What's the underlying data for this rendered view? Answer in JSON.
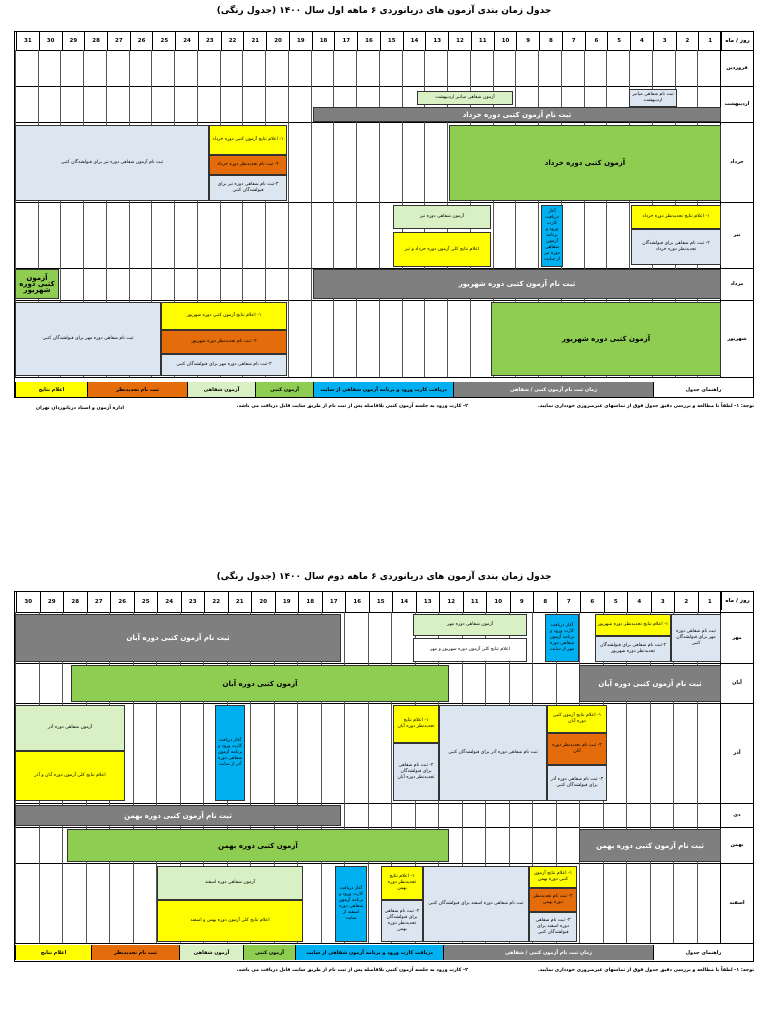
{
  "table1": {
    "title": "جدول زمان بندی آزمون های دریانوردی ۶ ماهه اول سال ۱۴۰۰ (جدول رنگی)",
    "corner": "روز / ماه",
    "months": [
      "فروردین",
      "اردیبهشت",
      "خرداد",
      "تیر",
      "مرداد",
      "شهریور"
    ],
    "blocks": {
      "ord_top1": "ثبت نام شفاهی میانبر اردیبهشت",
      "ord_top2": "آزمون شفاهی میانبر اردیبهشت",
      "ord_reg": "ثبت نام آزمون کتبی دوره خرداد",
      "kh_exam": "آزمون کتبی دوره خرداد",
      "kh_y": "۱- اعلام نتایج آزمون کتبی دوره خرداد",
      "kh_o": "۲- ثبت نام تجدیدنظر دوره خرداد",
      "kh_b": "۳-ثبت نام شفاهی دوره تیر برای قبولشدگان کتبی",
      "kh_left": "ثبت نام آزمون شفاهی دوره تیر برای قبولشدگان کتبی",
      "tir_y": "۱- اعلام نتایج تجدیدنظر دوره خرداد",
      "tir_b": "۲- ثبت نام شفاهی برای قبولشدگان تجدیدنظر دوره خرداد",
      "tir_blue": "آغاز دریافت کارت ورود و برنامه آزمون شفاهی دوره تیر از سایت",
      "tir_lg": "آزمون شفاهی دوره تیر",
      "tir_y2": "اعلام نتایج کلی آزمون دوره خرداد و تیر",
      "mor_reg": "ثبت نام آزمون کتبی دوره شهریور",
      "mor_green": "آزمون کتبی دوره شهریور",
      "sh_exam": "آزمون کتبی دوره شهریور",
      "sh_y": "۱- اعلام نتایج آزمون کتبی دوره شهریور",
      "sh_o": "۲- ثبت نام تجدیدنظر دوره شهریور",
      "sh_b": "۳-ثبت نام شفاهی دوره مهر برای قبولشدگان کتبی",
      "sh_left": "ثبت نام شفاهی دوره مهر برای قبولشدگان کتبی"
    },
    "legend": [
      "راهنمای جدول",
      "زمان ثبت نام آزمون کتبی / شفاهی",
      "دریافت کارت ورود و برنامه آزمون شفاهی از سایت",
      "آزمون کتبی",
      "آزمون شفاهی",
      "ثبت نام تجدیدنظر",
      "اعلام نتایج"
    ],
    "note1": "توجه: ۱- لطفاً با مطالعه و بررسی دقیق جدول فوق از تماسهای غیرضروری خودداری نمایید.",
    "note2": "۲- کارت ورود به جلسه آزمون کتبی بلافاصله پس از ثبت نام از طریق سایت قابل دریافت می باشد.",
    "footer": "اداره آزمون و اسناد دریانوردان  تهران"
  },
  "table2": {
    "title": "جدول زمان بندی آزمون های دریانوردی ۶ ماهه دوم سال ۱۴۰۰ (جدول رنگی)",
    "corner": "روز / ماه",
    "months": [
      "مهر",
      "آبان",
      "آذر",
      "دی",
      "بهمن",
      "اسفند"
    ],
    "blocks": {
      "mehr_b": "ثبت نام شفاهی دوره مهر برای قبولشدگان کتبی",
      "mehr_y": "۱- اعلام نتایج تجدیدنظر دوره شهریور",
      "mehr_b2": "۲-ثبت نام شفاهی برای قبولشدگان تجدیدنظر دوره شهریور",
      "mehr_blue": "آغاز دریافت کارت ورود و برنامه آزمون شفاهی دوره مهر از سایت",
      "mehr_lg": "آزمون شفاهی دوره مهر",
      "mehr_w": "اعلام نتایج کلی آزمون دوره شهریور و مهر",
      "mehr_reg": "ثبت نام آزمون کتبی دوره آبان",
      "aban_reg": "ثبت نام آزمون کتبی دوره آبان",
      "aban_exam": "آزمون کتبی دوره آبان",
      "azar_y": "۱- اعلام نتایج آزمون کتبی دوره آبان",
      "azar_o": "۲- ثبت نام تجدیدنظر دوره آبان",
      "azar_b": "۳- ثبت نام شفاهی دوره آذر برای قبولشدگان کتبی",
      "azar_mid": "ثبت نام شفاهی دوره آذر برای قبولشدگان کتبی",
      "azar_y2": "۱- اعلام نتایج تجدیدنظر دوره آبان",
      "azar_b2": "۲- ثبت نام شفاهی برای قبولشدگان تجدیدنظر دوره آبان",
      "azar_blue": "آغاز دریافت کارت ورود و برنامه آزمون شفاهی دوره آذر از سایت",
      "azar_lg": "آزمون شفاهی دوره آذر",
      "azar_y3": "اعلام نتایج کلی آزمون دوره آبان و آذر",
      "dey_reg": "ثبت نام آزمون کتبی دوره بهمن",
      "bah_reg": "ثبت نام آزمون کتبی دوره بهمن",
      "bah_exam": "آزمون کتبی دوره بهمن",
      "esf_y": "۱- اعلام نتایج آزمون کتبی دوره بهمن",
      "esf_o": "۲- ثبت نام تجدیدنظر دوره بهمن",
      "esf_b": "۳- ثبت نام شفاهی دوره اسفند برای قبولشدگان کتبی",
      "esf_mid": "ثبت نام شفاهی دوره اسفند برای قبولشدگان کتبی",
      "esf_y2": "۱- اعلام نتایج تجدیدنظر دوره بهمن",
      "esf_b2": "۲- ثبت نام شفاهی برای قبولشدگان تجدیدنظر دوره بهمن",
      "esf_blue": "آغاز دریافت کارت ورود و برنامه آزمون شفاهی دوره اسفند از سایت",
      "esf_lg": "آزمون شفاهی دوره اسفند",
      "esf_y3": "اعلام نتایج کلی آزمون دوره بهمن و اسفند"
    },
    "legend": [
      "راهنمای جدول",
      "زمان ثبت نام آزمون کتبی / شفاهی",
      "دریافت کارت ورود و برنامه آزمون شفاهی از سایت",
      "آزمون کتبی",
      "آزمون شفاهی",
      "ثبت نام تجدیدنظر",
      "اعلام نتایج"
    ],
    "note1": "توجه: ۱- لطفاً با مطالعه و بررسی دقیق جدول فوق از تماسهای غیرضروری خودداری نمایید.",
    "note2": "۲- کارت ورود به جلسه آزمون کتبی بلافاصله پس از ثبت نام از طریق سایت قابل دریافت می باشد."
  },
  "days1": [
    "1",
    "2",
    "3",
    "4",
    "5",
    "6",
    "7",
    "8",
    "9",
    "10",
    "11",
    "12",
    "13",
    "14",
    "15",
    "16",
    "17",
    "18",
    "19",
    "20",
    "21",
    "22",
    "23",
    "24",
    "25",
    "26",
    "27",
    "28",
    "29",
    "30",
    "31"
  ],
  "days2": [
    "1",
    "2",
    "3",
    "4",
    "5",
    "6",
    "7",
    "8",
    "9",
    "10",
    "11",
    "12",
    "13",
    "14",
    "15",
    "16",
    "17",
    "18",
    "19",
    "20",
    "21",
    "22",
    "23",
    "24",
    "25",
    "26",
    "27",
    "28",
    "29",
    "30"
  ],
  "colors": {
    "gray": "#7f7f7f",
    "green": "#8fcd52",
    "light_green": "#d9f0c4",
    "yellow": "#fefe00",
    "orange": "#e46c0a",
    "blue": "#00b0f0",
    "light_blue": "#dce6f1"
  }
}
